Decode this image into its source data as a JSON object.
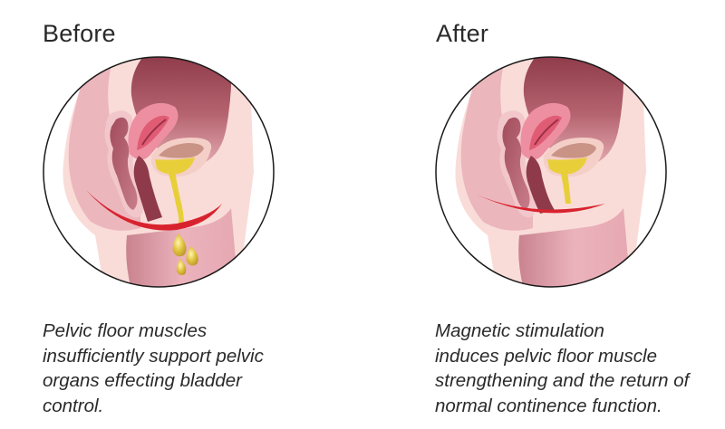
{
  "panels": [
    {
      "id": "before",
      "title": "Before",
      "caption_lines": [
        "Pelvic floor muscles",
        "insufficiently support pelvic",
        "organs effecting bladder",
        "control."
      ],
      "illustration": {
        "subject": "pelvic-cross-section-icon",
        "muscle_state": "sagging",
        "leak_drops": 3
      }
    },
    {
      "id": "after",
      "title": "After",
      "caption_lines": [
        "Magnetic stimulation",
        "induces pelvic floor muscle",
        "strengthening and the return of",
        "normal continence function."
      ],
      "illustration": {
        "subject": "pelvic-cross-section-icon",
        "muscle_state": "strengthened",
        "leak_drops": 0
      }
    }
  ],
  "colors": {
    "skin_light": "#f9dcd8",
    "skin_mid": "#e9a9b2",
    "skin_dark": "#8e3a4a",
    "organ_pink": "#e8637e",
    "muscle_red": "#d8232e",
    "urine_yellow": "#e8cf3a",
    "outline": "#1a1a1a",
    "text": "#2a2a2a"
  }
}
